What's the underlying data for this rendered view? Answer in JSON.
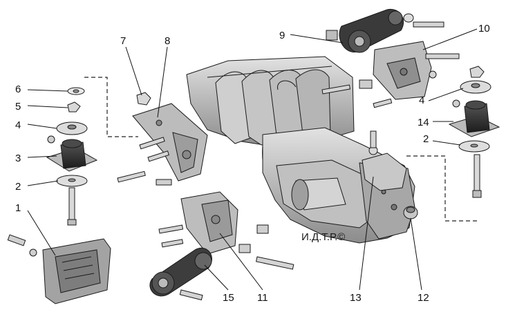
{
  "diagram": {
    "watermark": "И.Д.Т.Р.©",
    "callouts": [
      "1",
      "2",
      "3",
      "4",
      "5",
      "6",
      "7",
      "8",
      "9",
      "10",
      "11",
      "12",
      "13",
      "14",
      "15",
      "2",
      "4"
    ],
    "colors": {
      "metal": "#b9b9b9",
      "metal_light": "#d6d6d6",
      "metal_dark": "#6f6f6f",
      "rubber": "#2a2a2a",
      "ink": "#111111"
    }
  }
}
